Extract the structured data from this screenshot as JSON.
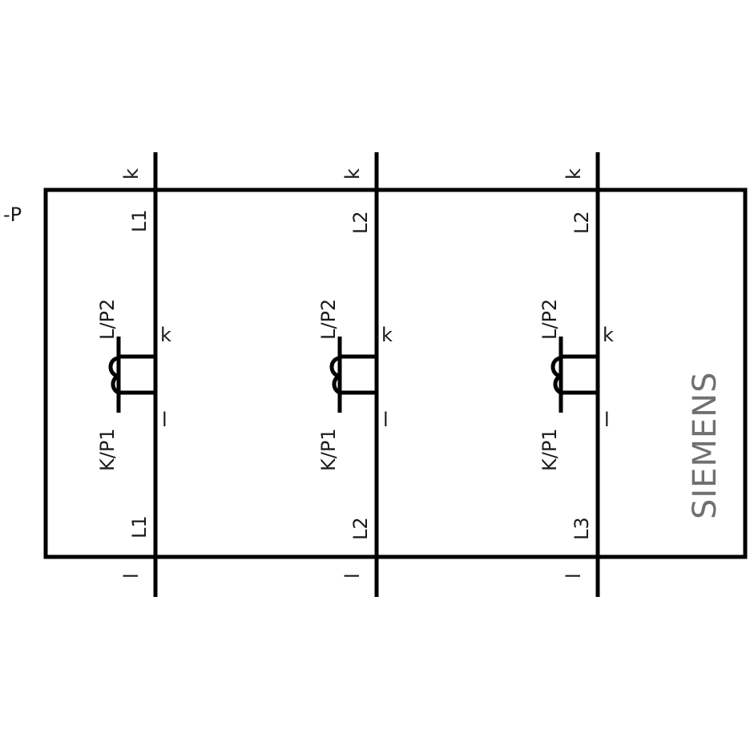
{
  "device": {
    "designation": "-P",
    "brand": "SIEMENS",
    "brand_color": "#707070",
    "line_color": "#000000",
    "label_color": "#1a1a1a"
  },
  "phases": [
    {
      "top_terminal": "k",
      "top_line": "L1",
      "coil_top_label": "L/P2",
      "coil_bottom_label": "K/P1",
      "secondary_top": "k",
      "secondary_bottom": "l",
      "bottom_line": "L1",
      "bottom_terminal": "l"
    },
    {
      "top_terminal": "k",
      "top_line": "L2",
      "coil_top_label": "L/P2",
      "coil_bottom_label": "K/P1",
      "secondary_top": "k",
      "secondary_bottom": "l",
      "bottom_line": "L2",
      "bottom_terminal": "l"
    },
    {
      "top_terminal": "k",
      "top_line": "L2",
      "coil_top_label": "L/P2",
      "coil_bottom_label": "K/P1",
      "secondary_top": "k",
      "secondary_bottom": "l",
      "bottom_line": "L3",
      "bottom_terminal": "l"
    }
  ]
}
